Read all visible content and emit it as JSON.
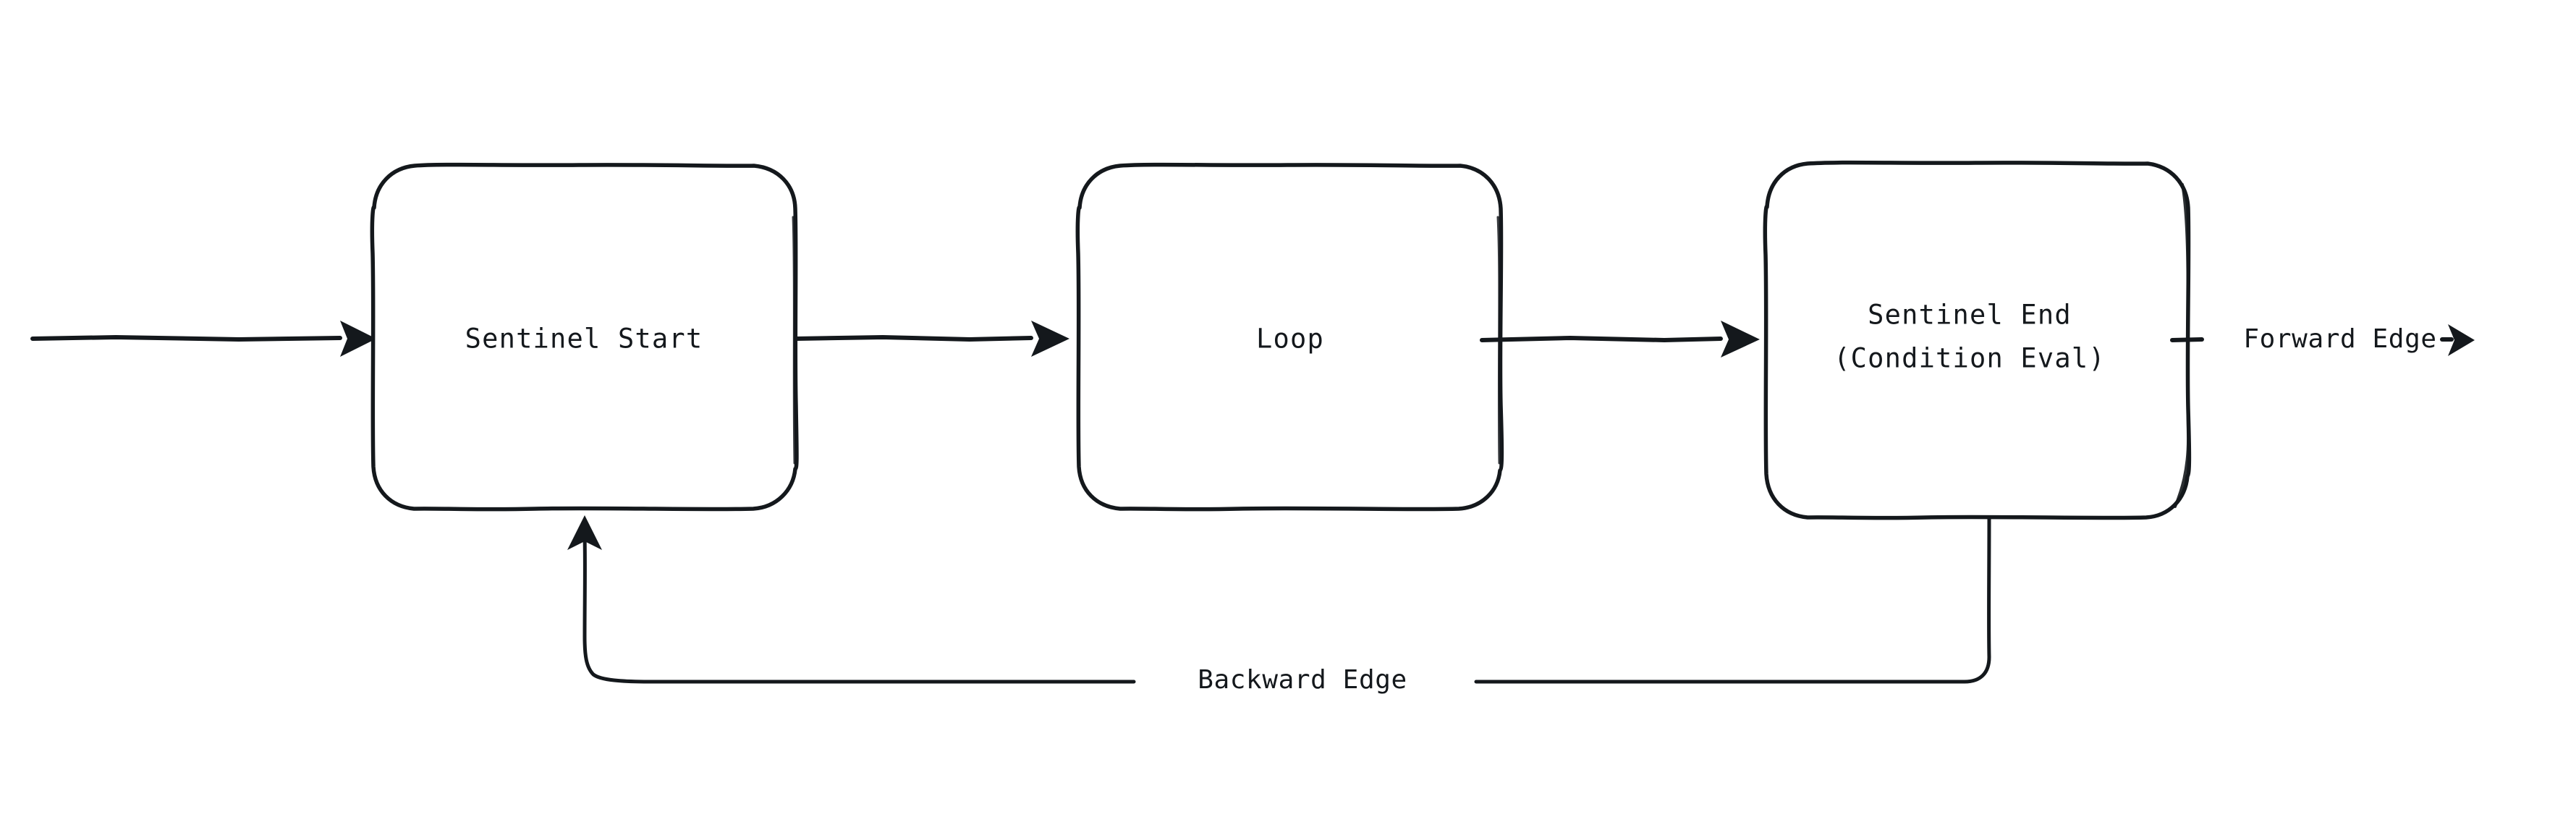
{
  "diagram": {
    "type": "flowchart",
    "style": "hand-drawn-sketch",
    "background_color": "#ffffff",
    "stroke_color": "#14181c",
    "nodes": [
      {
        "id": "sentinel-start",
        "label_line1": "Sentinel Start",
        "label_line2": "",
        "shape": "rounded-rect"
      },
      {
        "id": "loop",
        "label_line1": "Loop",
        "label_line2": "",
        "shape": "rounded-rect"
      },
      {
        "id": "sentinel-end",
        "label_line1": "Sentinel End",
        "label_line2": "(Condition Eval)",
        "shape": "rounded-rect"
      }
    ],
    "edges": [
      {
        "id": "entry-edge",
        "label": "",
        "from": "",
        "to": "sentinel-start"
      },
      {
        "id": "start-to-loop",
        "label": "",
        "from": "sentinel-start",
        "to": "loop"
      },
      {
        "id": "loop-to-end",
        "label": "",
        "from": "loop",
        "to": "sentinel-end"
      },
      {
        "id": "forward-edge",
        "label": "Forward Edge",
        "from": "sentinel-end",
        "to": ""
      },
      {
        "id": "backward-edge",
        "label": "Backward Edge",
        "from": "sentinel-end",
        "to": "sentinel-start"
      }
    ]
  }
}
